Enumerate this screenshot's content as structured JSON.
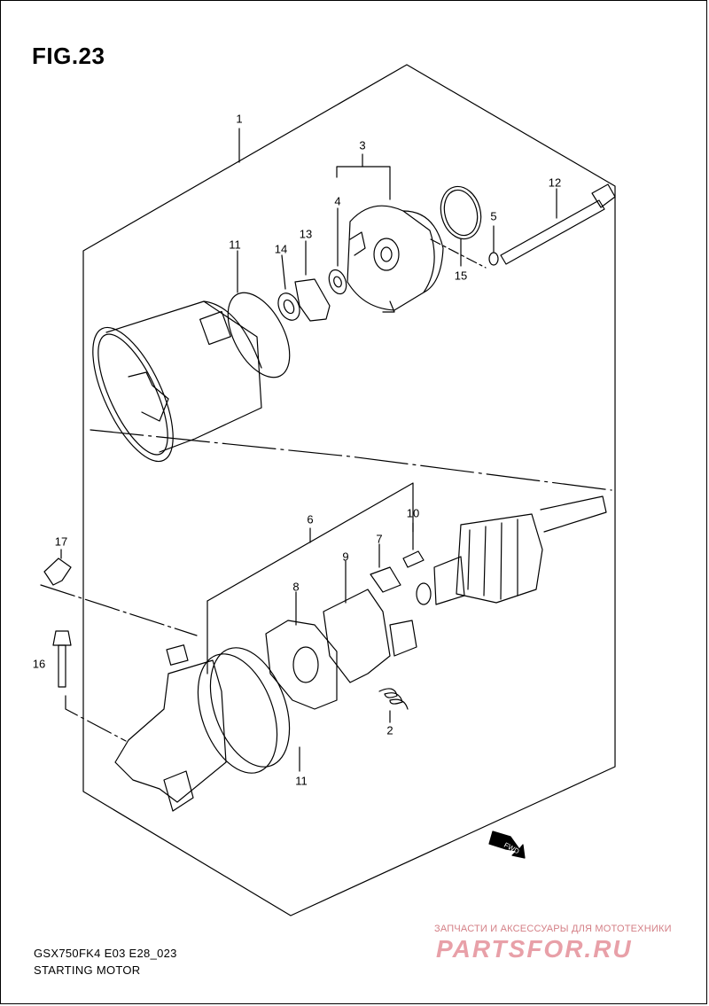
{
  "figure": {
    "title": "FIG.23"
  },
  "callouts": [
    {
      "id": "p1",
      "label": "1"
    },
    {
      "id": "p3",
      "label": "3"
    },
    {
      "id": "p4",
      "label": "4"
    },
    {
      "id": "p12",
      "label": "12"
    },
    {
      "id": "p5",
      "label": "5"
    },
    {
      "id": "p15",
      "label": "15"
    },
    {
      "id": "p11a",
      "label": "11"
    },
    {
      "id": "p14",
      "label": "14"
    },
    {
      "id": "p13",
      "label": "13"
    },
    {
      "id": "p6",
      "label": "6"
    },
    {
      "id": "p10",
      "label": "10"
    },
    {
      "id": "p7",
      "label": "7"
    },
    {
      "id": "p9",
      "label": "9"
    },
    {
      "id": "p8",
      "label": "8"
    },
    {
      "id": "p17",
      "label": "17"
    },
    {
      "id": "p16",
      "label": "16"
    },
    {
      "id": "p2",
      "label": "2"
    },
    {
      "id": "p11b",
      "label": "11"
    }
  ],
  "fwd_label": "FWD",
  "footer": {
    "code": "GSX750FK4 E03 E28_023",
    "name": "STARTING MOTOR"
  },
  "watermark": {
    "tagline": "ЗАПЧАСТИ И АКСЕССУАРЫ ДЛЯ МОТОТЕХНИКИ",
    "logo": "PARTSFOR.RU"
  }
}
